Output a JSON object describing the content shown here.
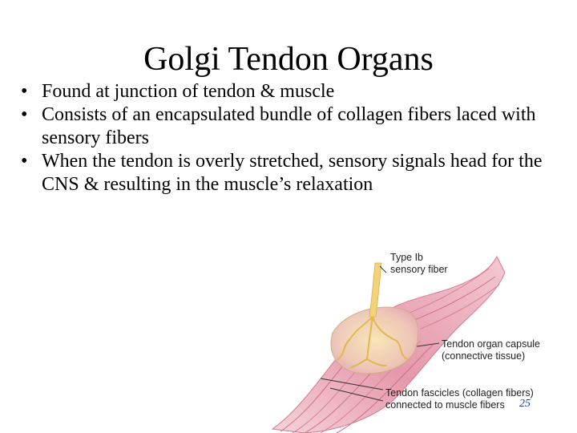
{
  "slide": {
    "title": "Golgi Tendon Organs",
    "bullets": [
      "Found at junction of tendon & muscle",
      "Consists of an encapsulated bundle of collagen fibers laced with sensory fibers",
      "When the tendon is overly stretched, sensory signals head for the CNS & resulting in the muscle’s relaxation"
    ],
    "page_number": "25"
  },
  "figure": {
    "labels": {
      "sensory_fiber": [
        "Type Ib",
        "sensory fiber"
      ],
      "capsule": [
        "Tendon organ capsule",
        "(connective tissue)"
      ],
      "fascicles": [
        "Tendon fascicles (collagen fibers)",
        "connected to muscle fibers"
      ]
    }
  },
  "colors": {
    "muscle_light": "#f2c6cf",
    "muscle_mid": "#e08ea0",
    "muscle_dark": "#c85a74",
    "capsule_fill": "#f6e3a8",
    "nerve": "#e6c25a",
    "page_number": "#1f3a8a"
  }
}
